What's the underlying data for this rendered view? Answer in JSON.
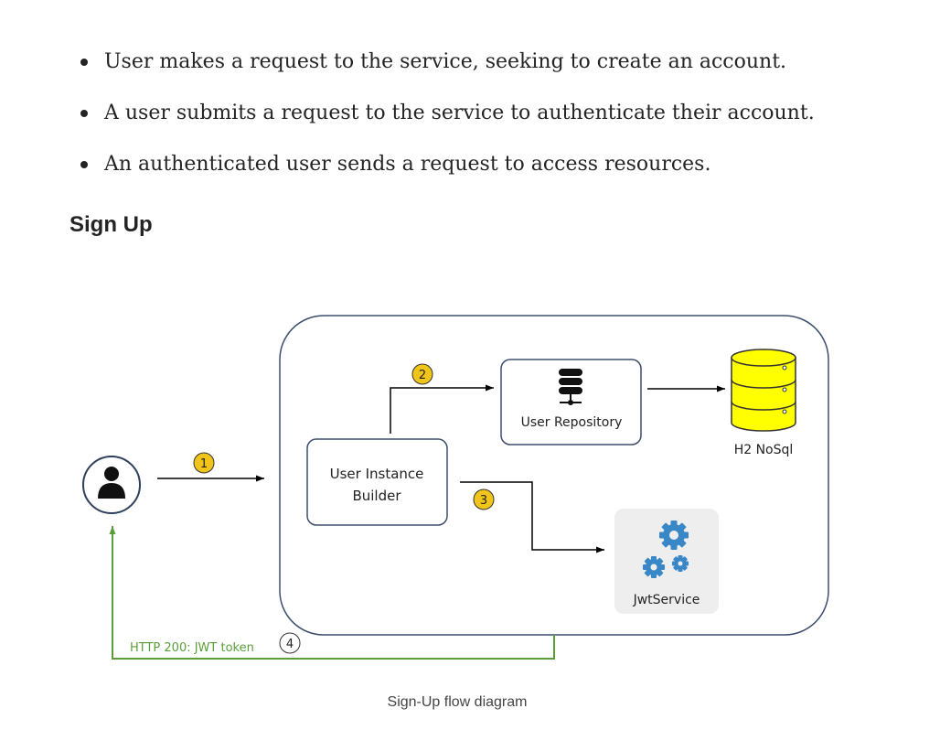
{
  "bullets": [
    "User makes a request to the service, seeking to create an account.",
    "A user submits a request to the service to authenticate their account.",
    "An authenticated user sends a request to access resources."
  ],
  "heading": "Sign Up",
  "diagram": {
    "nodes": {
      "builder_line1": "User Instance",
      "builder_line2": "Builder",
      "repository": "User Repository",
      "database": "H2 NoSql",
      "jwt": "JwtService"
    },
    "steps": [
      "1",
      "2",
      "3",
      "4"
    ],
    "return_label": "HTTP 200: JWT token",
    "colors": {
      "box_border": "#3c4e6e",
      "step_badge": "#f0c419",
      "database": "#ffff00",
      "gear": "#3a87c8",
      "return_arrow": "#5a9e3a",
      "jwt_background": "#eeeeee"
    },
    "icons": [
      "user-icon",
      "server-icon",
      "database-icon",
      "gears-icon"
    ]
  },
  "caption": "Sign-Up flow diagram"
}
